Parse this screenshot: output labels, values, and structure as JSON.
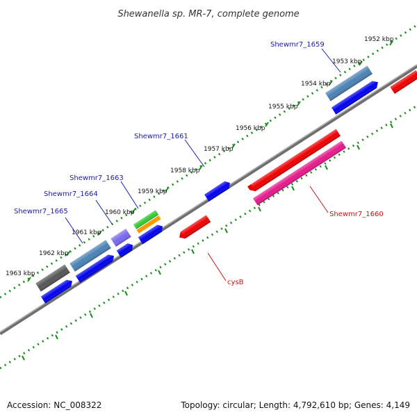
{
  "title": "Shewanella sp. MR-7, complete genome",
  "footer": {
    "accession": "Accession: NC_008322",
    "summary": "Topology: circular; Length: 4,792,610 bp; Genes: 4,149"
  },
  "tick_labels": [
    "1952 kbp",
    "1953 kbp",
    "1954 kbp",
    "1955 kbp",
    "1956 kbp",
    "1957 kbp",
    "1958 kbp",
    "1959 kbp",
    "1960 kbp",
    "1961 kbp",
    "1962 kbp",
    "1963 kbp"
  ],
  "gene_labels": {
    "g1659": "Shewmr7_1659",
    "g1661": "Shewmr7_1661",
    "g1663": "Shewmr7_1663",
    "g1664": "Shewmr7_1664",
    "g1665": "Shewmr7_1665",
    "g1660": "Shewmr7_1660",
    "cysB": "cysB"
  },
  "colors": {
    "blue_gene": "#0000ee",
    "steel_blue_gene": "#4a82b4",
    "red_gene": "#ee0000",
    "pink_gene": "#e6198c",
    "gray_gene": "#555555",
    "purple_gene": "#7b68ee",
    "green_gene": "#33cc33",
    "orange_gene": "#ff9900",
    "backbone": "#888888",
    "ticks": "#1b8a1b",
    "label_blue": "#1a1aa8",
    "label_red": "#cc1111"
  }
}
